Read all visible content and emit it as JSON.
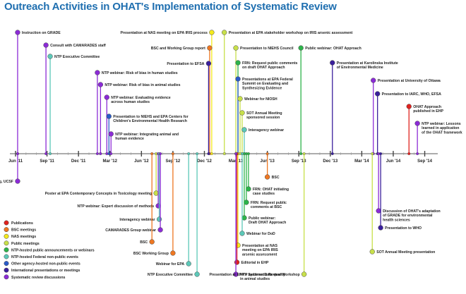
{
  "title": "Outreach Activities in OHAT's Implementation of Systematic Review",
  "categories": [
    {
      "key": "pub",
      "name": "Publications",
      "color": "#e0221f"
    },
    {
      "key": "bsc",
      "name": "BSC meetings",
      "color": "#ee7722"
    },
    {
      "key": "nas",
      "name": "NAS meetings",
      "color": "#f4ea1c"
    },
    {
      "key": "public",
      "name": "Public meetings",
      "color": "#c8e04a"
    },
    {
      "key": "webinar",
      "name": "NTP-hosted public announcements or webinars",
      "color": "#2db34a"
    },
    {
      "key": "fedwork",
      "name": "NTP-hosted Federal non-public events",
      "color": "#5cc8b8"
    },
    {
      "key": "otheragency",
      "name": "Other agency-hosted non-public events",
      "color": "#2a5bc8"
    },
    {
      "key": "intl",
      "name": "International presentations or meetings",
      "color": "#3a1f9c"
    },
    {
      "key": "sysrev",
      "name": "Systematic review discussions",
      "color": "#8b2bd6"
    }
  ],
  "axis": {
    "ticks": [
      {
        "label": "Jun '11",
        "month": 0
      },
      {
        "label": "Sep '11",
        "month": 3
      },
      {
        "label": "Dec '11",
        "month": 6
      },
      {
        "label": "Mar '12",
        "month": 9
      },
      {
        "label": "Jun '12",
        "month": 12
      },
      {
        "label": "Sep '12",
        "month": 15
      },
      {
        "label": "Dec '12",
        "month": 18
      },
      {
        "label": "Mar '13",
        "month": 21
      },
      {
        "label": "Jun '13",
        "month": 24
      },
      {
        "label": "Sep '13",
        "month": 27
      },
      {
        "label": "Dec '13",
        "month": 30
      },
      {
        "label": "Mar '14",
        "month": 33
      },
      {
        "label": "Jun '14",
        "month": 36
      },
      {
        "label": "Sep '14",
        "month": 39
      }
    ]
  },
  "events": [
    {
      "month": 0.2,
      "cat": "sysrev",
      "side": "up",
      "label": "Instruction on GRADE"
    },
    {
      "month": 0.2,
      "cat": "sysrev",
      "side": "down",
      "label": "Presentation at Navigation Guide Meeting, UCSF"
    },
    {
      "month": 2.9,
      "cat": "sysrev",
      "side": "up",
      "label": "Consult with CAMARADES staff"
    },
    {
      "month": 3.3,
      "cat": "fedwork",
      "side": "up",
      "label": "NTP Executive Committee"
    },
    {
      "month": 7.8,
      "cat": "sysrev",
      "side": "up",
      "label": "NTP webinar: Risk of bias in human studies"
    },
    {
      "month": 8.1,
      "cat": "sysrev",
      "side": "up",
      "label": "NTP webinar: Risk of bias in animal studies"
    },
    {
      "month": 8.7,
      "cat": "sysrev",
      "side": "up",
      "label": "NTP webinar: Evaluating evidence",
      "label2": "across human studies"
    },
    {
      "month": 8.9,
      "cat": "otheragency",
      "side": "up",
      "label": "Presentation to NIEHS and EPA Centers for",
      "label2": "Children's Environmental Health Research"
    },
    {
      "month": 9.1,
      "cat": "sysrev",
      "side": "up",
      "label": "NTP webinar: Integrating animal and",
      "label2": "human evidence"
    },
    {
      "month": 13.4,
      "cat": "public",
      "side": "down",
      "label": "Poster at EPA Contemporary Concepts in Toxicology meeting"
    },
    {
      "month": 13.6,
      "cat": "sysrev",
      "side": "down",
      "label": "NTP webinar: Expert discussion of methods"
    },
    {
      "month": 13.7,
      "cat": "fedwork",
      "side": "down",
      "label": "Interagency webinar"
    },
    {
      "month": 13.8,
      "cat": "sysrev",
      "side": "down",
      "label": "CAMARADES Group webinar"
    },
    {
      "month": 13.0,
      "cat": "bsc",
      "side": "down",
      "label": "BSC"
    },
    {
      "month": 15.0,
      "cat": "bsc",
      "side": "down",
      "label": "BSC Working Group"
    },
    {
      "month": 16.5,
      "cat": "fedwork",
      "side": "down",
      "label": "Webinar for EPA"
    },
    {
      "month": 17.3,
      "cat": "fedwork",
      "side": "down",
      "label": "NTP Executive Committee"
    },
    {
      "month": 18.7,
      "cat": "nas",
      "side": "up",
      "label": "Presentation at NAS meeting on EPA IRIS process"
    },
    {
      "month": 18.5,
      "cat": "bsc",
      "side": "up",
      "label": "BSC and Working Group report"
    },
    {
      "month": 18.4,
      "cat": "intl",
      "side": "up",
      "label": "Presentation to EFSA"
    },
    {
      "month": 19.9,
      "cat": "public",
      "side": "up",
      "label": "Presentation at EPA stakeholder workshop on IRIS arsenic assessment"
    },
    {
      "month": 21.0,
      "cat": "public",
      "side": "up",
      "label": "Presentation to NIEHS Council"
    },
    {
      "month": 21.2,
      "cat": "webinar",
      "side": "up",
      "label": "FRN: Request public comments",
      "label2": "on draft OHAT Approach"
    },
    {
      "month": 21.2,
      "cat": "otheragency",
      "side": "up",
      "label": "Presentations at EPA Federal",
      "label2": "Summit on Evaluating and",
      "label3": "Synthesizing Evidence"
    },
    {
      "month": 21.4,
      "cat": "public",
      "side": "up",
      "label": "Webinar for NIOSH"
    },
    {
      "month": 21.6,
      "cat": "public",
      "side": "up",
      "label": "SOT Annual Meeting",
      "label2": "sponsored session"
    },
    {
      "month": 21.8,
      "cat": "fedwork",
      "side": "up",
      "label": "Interagency webinar"
    },
    {
      "month": 24.0,
      "cat": "bsc",
      "side": "down",
      "label": "BSC"
    },
    {
      "month": 22.2,
      "cat": "webinar",
      "side": "down",
      "label": "FRN: OHAT initiating",
      "label2": "case studies"
    },
    {
      "month": 22.0,
      "cat": "webinar",
      "side": "down",
      "label": "FRN: Request public",
      "label2": "comments at BSC"
    },
    {
      "month": 21.8,
      "cat": "webinar",
      "side": "down",
      "label": "Public webinar:",
      "label2": "Draft OHAT Approach"
    },
    {
      "month": 21.6,
      "cat": "fedwork",
      "side": "down",
      "label": "Webinar for DoD"
    },
    {
      "month": 21.2,
      "cat": "nas",
      "side": "down",
      "label": "Presentation at NAS",
      "label2": "meeting on EPA IRIS",
      "label3": "arsenic assessment"
    },
    {
      "month": 21.1,
      "cat": "pub",
      "side": "down",
      "label": "Editorial in EHP"
    },
    {
      "month": 21.0,
      "cat": "sysrev",
      "side": "down",
      "label": "NTP webinar: Data quality",
      "label2": "in animal studies"
    },
    {
      "month": 27.5,
      "cat": "public",
      "side": "down",
      "label": "Presentation at EPA's Systematic Review Workshop"
    },
    {
      "month": 27.2,
      "cat": "webinar",
      "side": "up",
      "label": "Public webinar: OHAT Approach"
    },
    {
      "month": 30.2,
      "cat": "intl",
      "side": "up",
      "label": "Presentation at Karolinska Institute",
      "label2": "of Environmental Medicine"
    },
    {
      "month": 34.1,
      "cat": "sysrev",
      "side": "up",
      "label": "Presentation at University of Ottawa"
    },
    {
      "month": 34.5,
      "cat": "intl",
      "side": "up",
      "label": "Presentation to IARC, WHO, EFSA"
    },
    {
      "month": 37.5,
      "cat": "pub",
      "side": "up",
      "label": "OHAT Approach",
      "label2": "published in EHP"
    },
    {
      "month": 38.3,
      "cat": "sysrev",
      "side": "up",
      "label": "NTP webinar: Lessons",
      "label2": "learned in application",
      "label3": "of the OHAT framework"
    },
    {
      "month": 34.6,
      "cat": "sysrev",
      "side": "down",
      "label": "Discussion of OHAT's adaptation",
      "label2": "of GRADE for environmental",
      "label3": "health sciences"
    },
    {
      "month": 34.8,
      "cat": "intl",
      "side": "down",
      "label": "Presentation to WHO"
    },
    {
      "month": 34.0,
      "cat": "public",
      "side": "down",
      "label": "SOT Annual Meeting presentation"
    }
  ]
}
